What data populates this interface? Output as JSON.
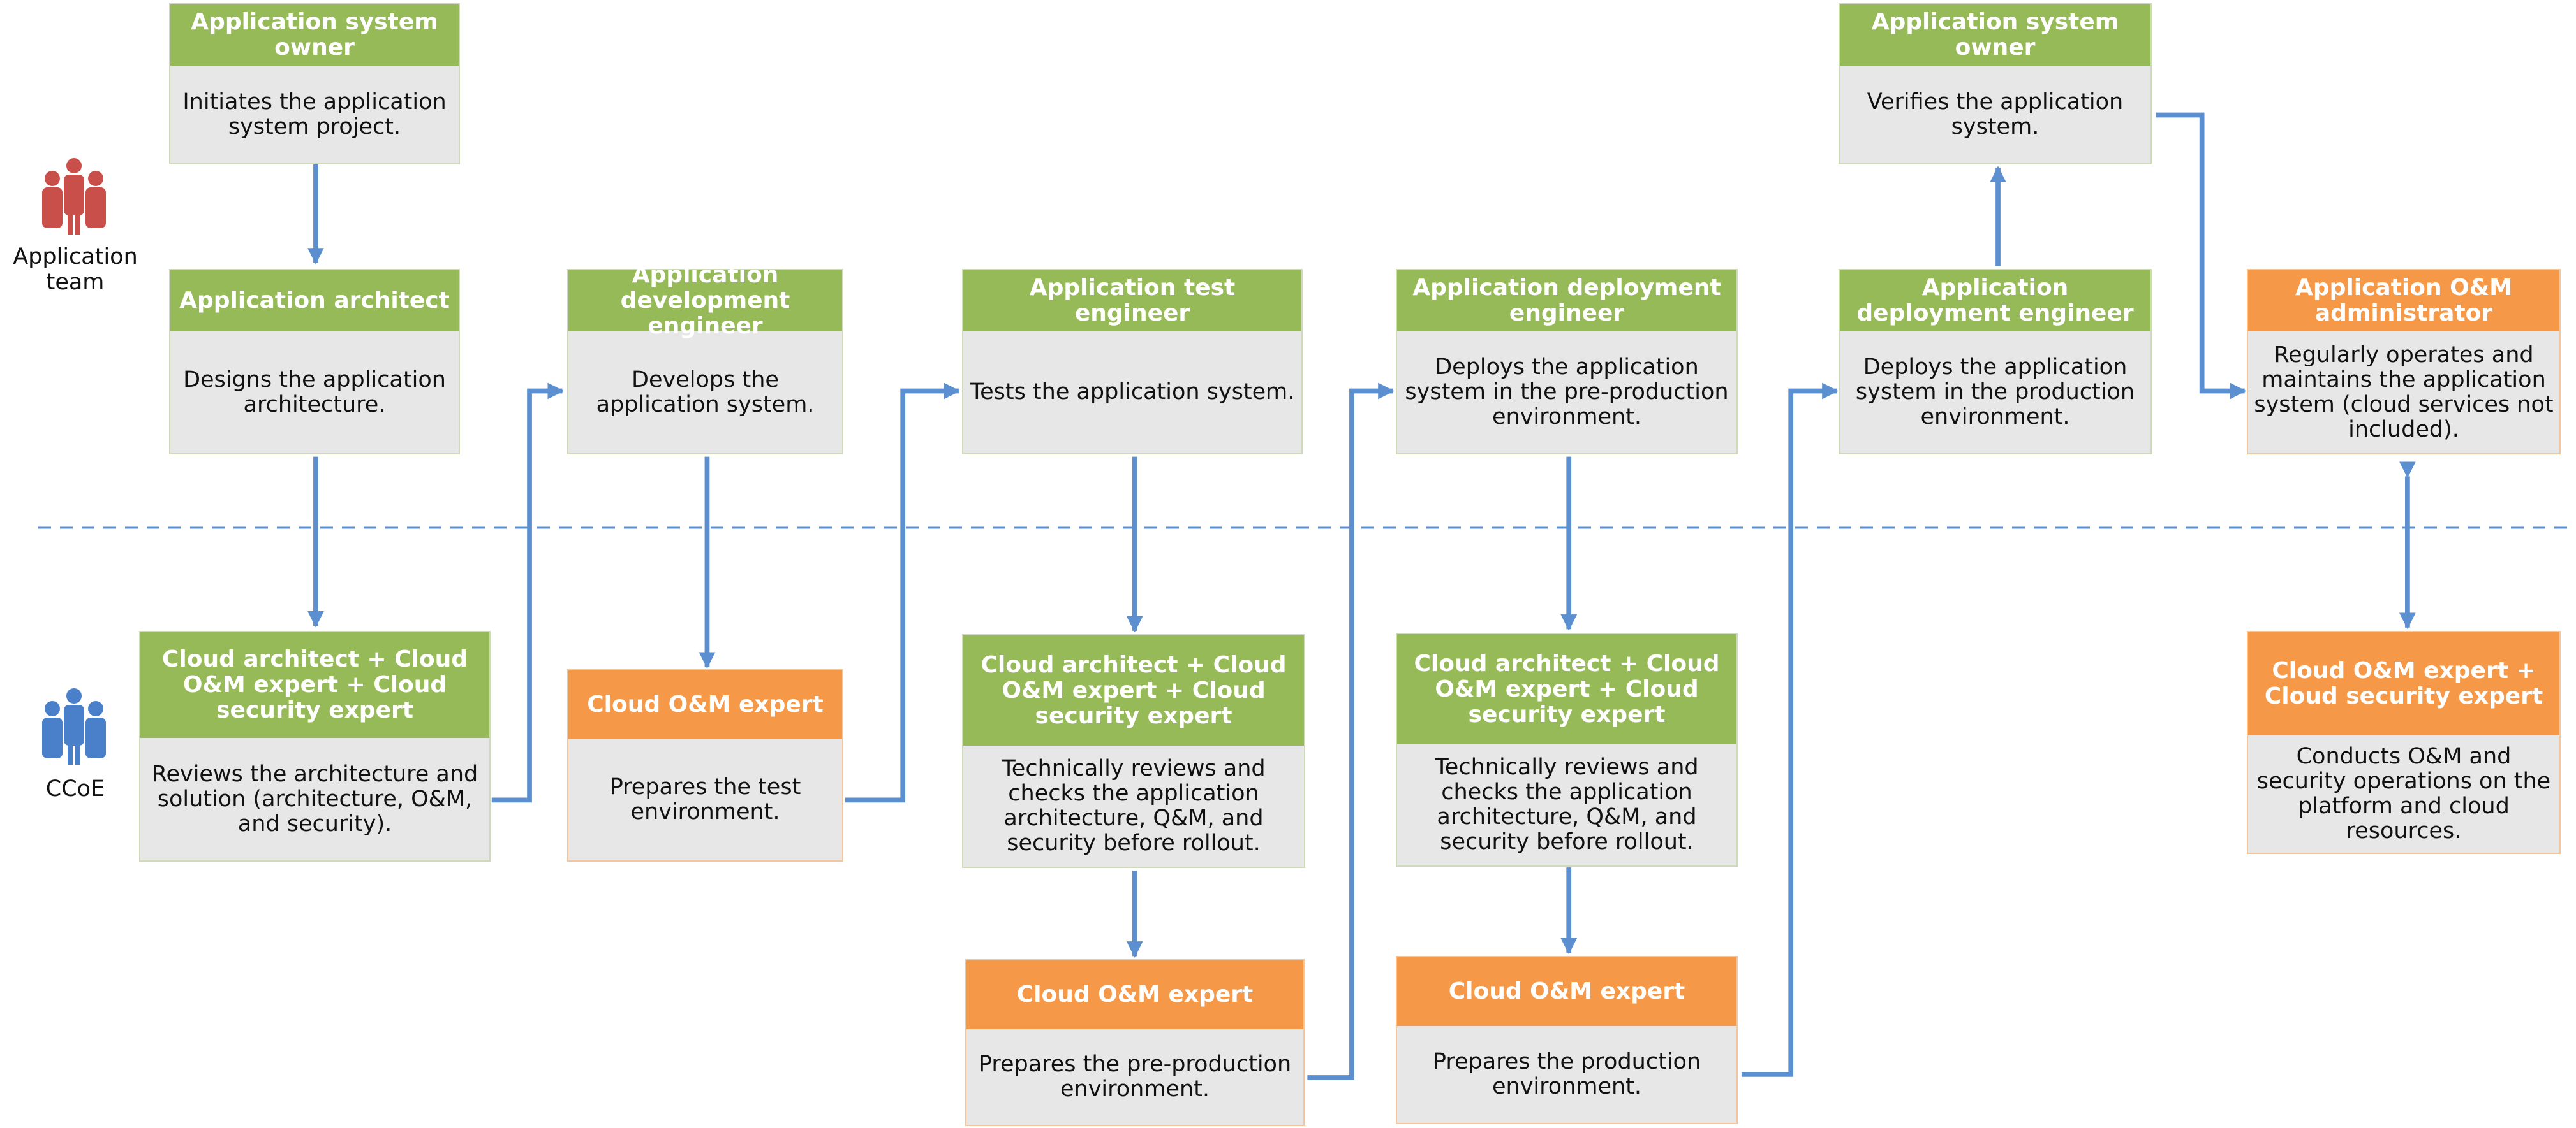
{
  "roles": {
    "application_team": "Application team",
    "ccoe": "CCoE"
  },
  "colors": {
    "green_header": "#96ba58",
    "orange_header": "#f59948",
    "box_body": "#e7e7e7",
    "arrow": "#5b8fd0",
    "app_team_icon": "#c9504a",
    "ccoe_icon": "#4a7fc9"
  },
  "icons": [
    "people-group-icon"
  ],
  "boxes": {
    "owner_initiate": {
      "role": "Application system owner",
      "desc": "Initiates the application system project."
    },
    "architect": {
      "role": "Application architect",
      "desc": "Designs the application architecture."
    },
    "dev_engineer": {
      "role": "Application development engineer",
      "desc": "Develops the application system."
    },
    "test_engineer": {
      "role": "Application test engineer",
      "desc": "Tests the application system."
    },
    "deploy_preprod": {
      "role": "Application deployment engineer",
      "desc": "Deploys the application system in the pre-production environment."
    },
    "deploy_prod": {
      "role": "Application deployment engineer",
      "desc": "Deploys the application system in the production environment."
    },
    "owner_verify": {
      "role": "Application system owner",
      "desc": "Verifies the application system."
    },
    "om_admin": {
      "role": "Application O&M administrator",
      "desc": "Regularly operates and maintains the application system (cloud services not included)."
    },
    "ccoe_review_arch": {
      "role": "Cloud architect + Cloud O&M expert + Cloud security expert",
      "desc": "Reviews the architecture and solution (architecture, O&M, and security)."
    },
    "ccoe_test_env": {
      "role": "Cloud O&M expert",
      "desc": "Prepares the test environment."
    },
    "ccoe_review_preprod": {
      "role": "Cloud architect + Cloud O&M expert + Cloud security expert",
      "desc": "Technically reviews and checks the application architecture, Q&M, and security before rollout."
    },
    "ccoe_preprod_env": {
      "role": "Cloud O&M expert",
      "desc": "Prepares the pre-production environment."
    },
    "ccoe_review_prod": {
      "role": "Cloud architect + Cloud O&M expert + Cloud security expert",
      "desc": "Technically reviews and checks the application architecture, Q&M, and security before rollout."
    },
    "ccoe_prod_env": {
      "role": "Cloud O&M expert",
      "desc": "Prepares the production environment."
    },
    "ccoe_om_security": {
      "role": "Cloud O&M expert + Cloud security expert",
      "desc": "Conducts O&M and security operations on the platform and cloud resources."
    }
  }
}
